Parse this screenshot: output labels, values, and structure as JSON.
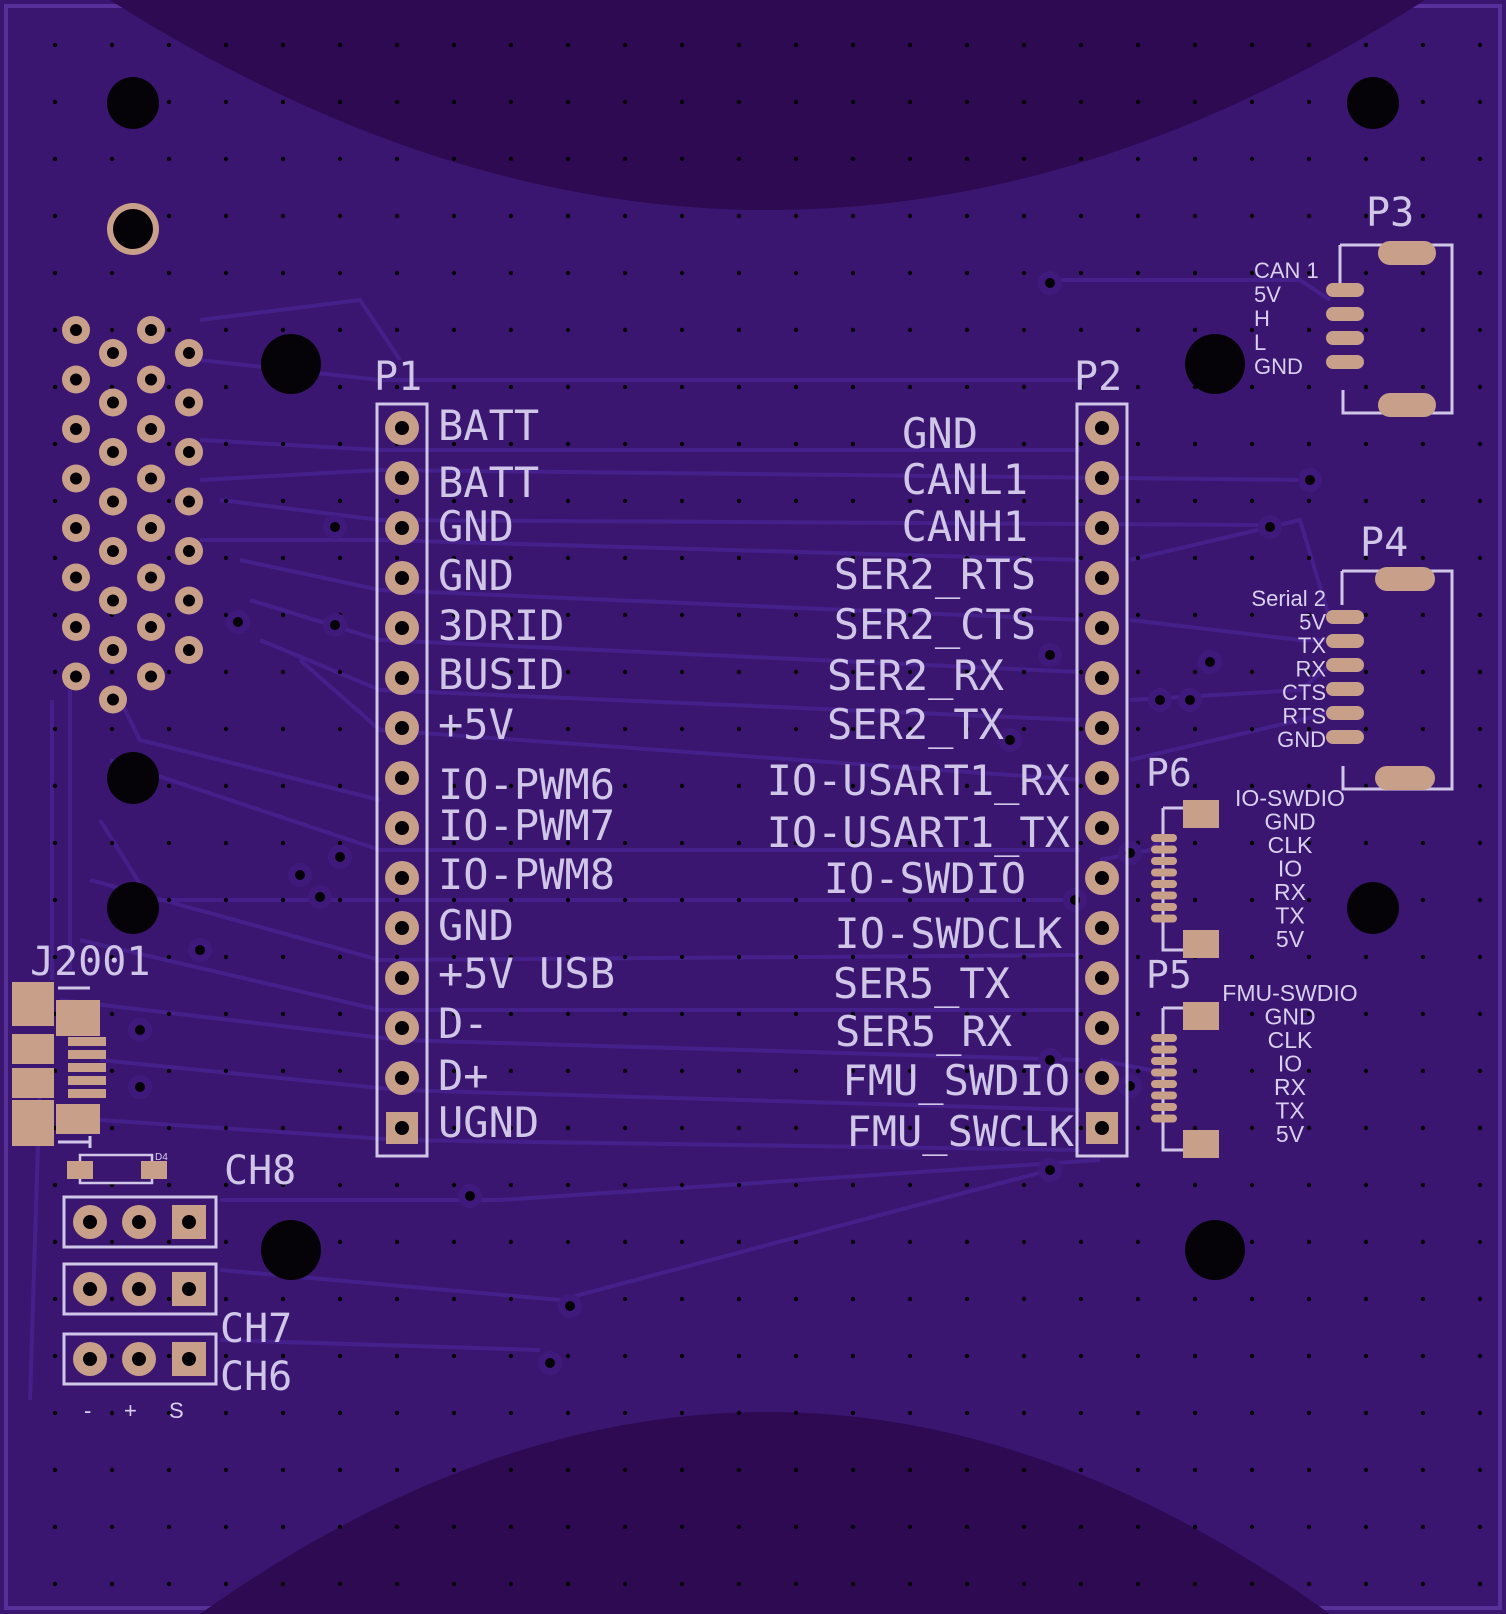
{
  "board": {
    "colors": {
      "substrate": "#3a1670",
      "cutout": "#2d0a52",
      "trace": "#45208a",
      "silkscreen": "#cfc6e8",
      "pad": "#c8a08a",
      "hole": "#050208"
    }
  },
  "connectors": {
    "p1": {
      "ref": "P1",
      "pins": [
        "BATT",
        "BATT",
        "GND",
        "GND",
        "3DRID",
        "BUSID",
        "+5V",
        "IO-PWM6",
        "IO-PWM7",
        "IO-PWM8",
        "GND",
        "+5V USB",
        "D-",
        "D+",
        "UGND"
      ]
    },
    "p2": {
      "ref": "P2",
      "pins": [
        "GND",
        "CANL1",
        "CANH1",
        "SER2_RTS",
        "SER2_CTS",
        "SER2_RX",
        "SER2_TX",
        "IO-USART1_RX",
        "IO-USART1_TX",
        "IO-SWDIO",
        "IO-SWDCLK",
        "SER5_TX",
        "SER5_RX",
        "FMU_SWDIO",
        "FMU_SWCLK"
      ]
    },
    "p3": {
      "ref": "P3",
      "pins": [
        "CAN 1",
        "5V",
        "H",
        "L",
        "GND"
      ]
    },
    "p4": {
      "ref": "P4",
      "pins": [
        "Serial 2",
        "5V",
        "TX",
        "RX",
        "CTS",
        "RTS",
        "GND"
      ]
    },
    "p6": {
      "ref": "P6",
      "pins": [
        "IO-SWDIO",
        "GND",
        "CLK",
        "IO",
        "RX",
        "TX",
        "5V"
      ]
    },
    "p5": {
      "ref": "P5",
      "pins": [
        "FMU-SWDIO",
        "GND",
        "CLK",
        "IO",
        "RX",
        "TX",
        "5V"
      ]
    },
    "j2001": {
      "ref": "J2001"
    },
    "d4": {
      "ref": "D4"
    },
    "servo": {
      "ch8": "CH8",
      "ch7": "CH7",
      "ch6": "CH6",
      "polarity": [
        "-",
        "+",
        "S"
      ]
    }
  }
}
